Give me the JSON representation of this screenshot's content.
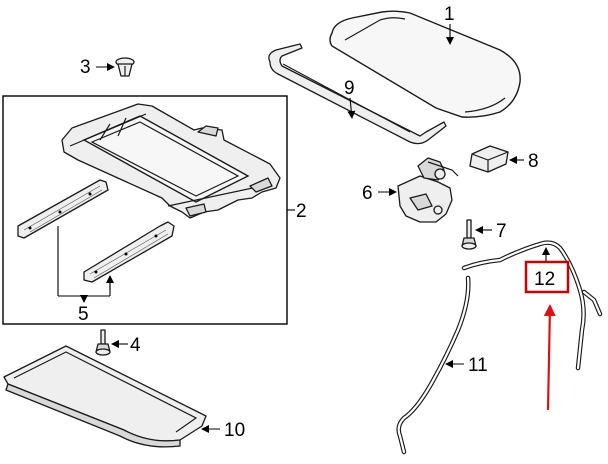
{
  "callouts": {
    "c1": "1",
    "c2": "2",
    "c3": "3",
    "c4": "4",
    "c5": "5",
    "c6": "6",
    "c7": "7",
    "c8": "8",
    "c9": "9",
    "c10": "10",
    "c11": "11",
    "c12": "12"
  },
  "colors": {
    "highlight": "#cc0000",
    "arrow": "#dd1111",
    "line": "#1a1a1a"
  }
}
